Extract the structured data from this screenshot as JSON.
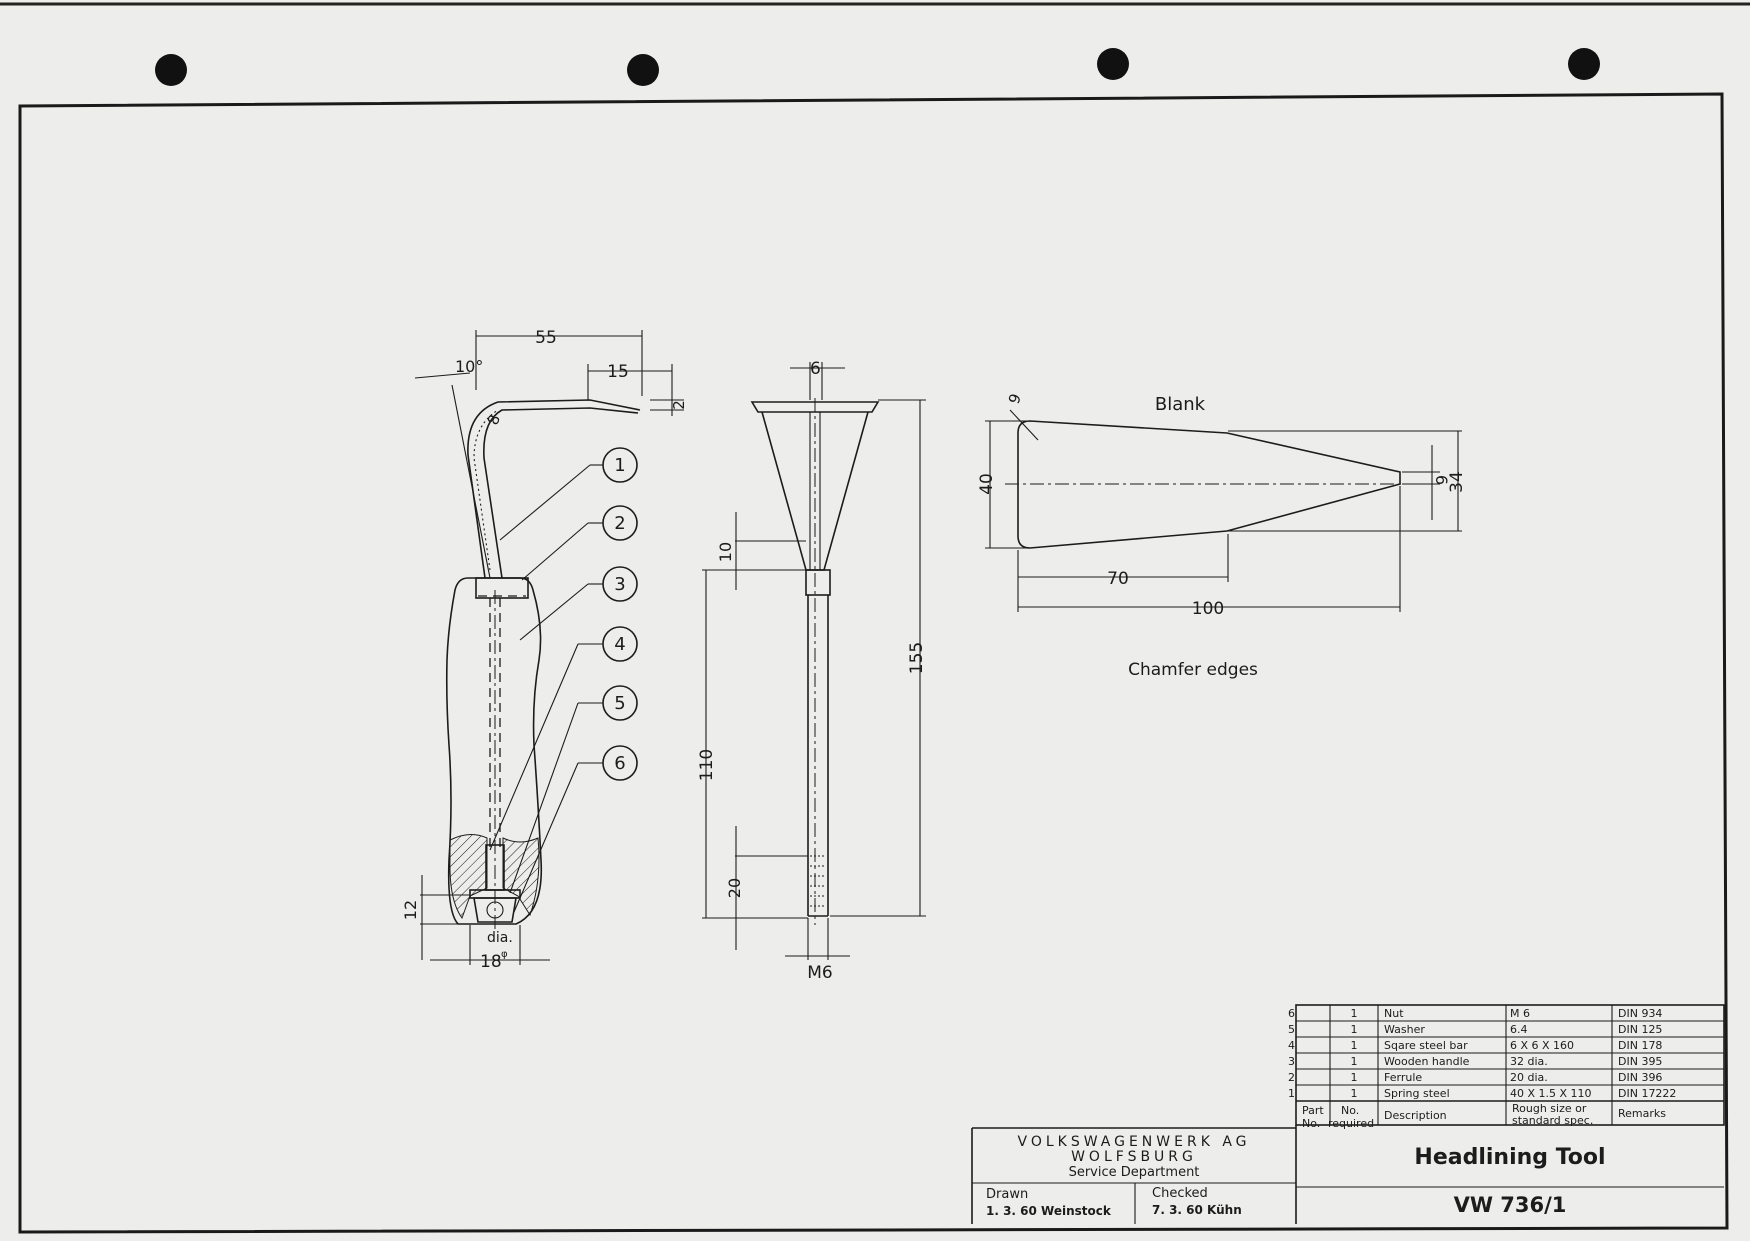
{
  "drawing": {
    "title": "Headlining Tool",
    "number": "VW 736/1",
    "company": {
      "name": "VOLKSWAGENWERK AG",
      "city": "WOLFSBURG",
      "department": "Service Department"
    },
    "drawn": {
      "label": "Drawn",
      "value": "1. 3. 60 Weinstock"
    },
    "checked": {
      "label": "Checked",
      "value": "7. 3. 60 Kühn"
    }
  },
  "parts_list": {
    "header": {
      "part_no": [
        "Part",
        "No."
      ],
      "no_required": [
        "No.",
        "required"
      ],
      "description": "Description",
      "rough_size": [
        "Rough size or",
        "standard spec."
      ],
      "remarks": "Remarks"
    },
    "rows": [
      {
        "part": "6",
        "qty": "1",
        "description": "Nut",
        "size": "M 6",
        "remarks": "DIN 934"
      },
      {
        "part": "5",
        "qty": "1",
        "description": "Washer",
        "size": "6.4",
        "remarks": "DIN 125"
      },
      {
        "part": "4",
        "qty": "1",
        "description": "Sqare steel bar",
        "size": "6 X 6 X 160",
        "remarks": "DIN 178"
      },
      {
        "part": "3",
        "qty": "1",
        "description": "Wooden handle",
        "size": "32 dia.",
        "remarks": "DIN 395"
      },
      {
        "part": "2",
        "qty": "1",
        "description": "Ferrule",
        "size": "20 dia.",
        "remarks": "DIN 396"
      },
      {
        "part": "1",
        "qty": "1",
        "description": "Spring steel",
        "size": "40 X 1.5 X 110",
        "remarks": "DIN 17222"
      }
    ]
  },
  "side_view": {
    "dims": {
      "length_55": "55",
      "length_15": "15",
      "thickness_2": "2",
      "angle": "10°",
      "radius_8": "8",
      "height_12": "12",
      "dia_label": "dia.",
      "width_18": "18"
    },
    "callouts": [
      "1",
      "2",
      "3",
      "4",
      "5",
      "6"
    ]
  },
  "front_view": {
    "dims": {
      "top_6": "6",
      "d_10": "10",
      "d_110": "110",
      "d_20": "20",
      "d_155": "155",
      "thread": "M6"
    }
  },
  "blank": {
    "label": "Blank",
    "note": "Chamfer edges",
    "dims": {
      "radius_9": "9",
      "d_40": "40",
      "d_70": "70",
      "d_100": "100",
      "d_6": "6",
      "d_34": "34"
    }
  }
}
